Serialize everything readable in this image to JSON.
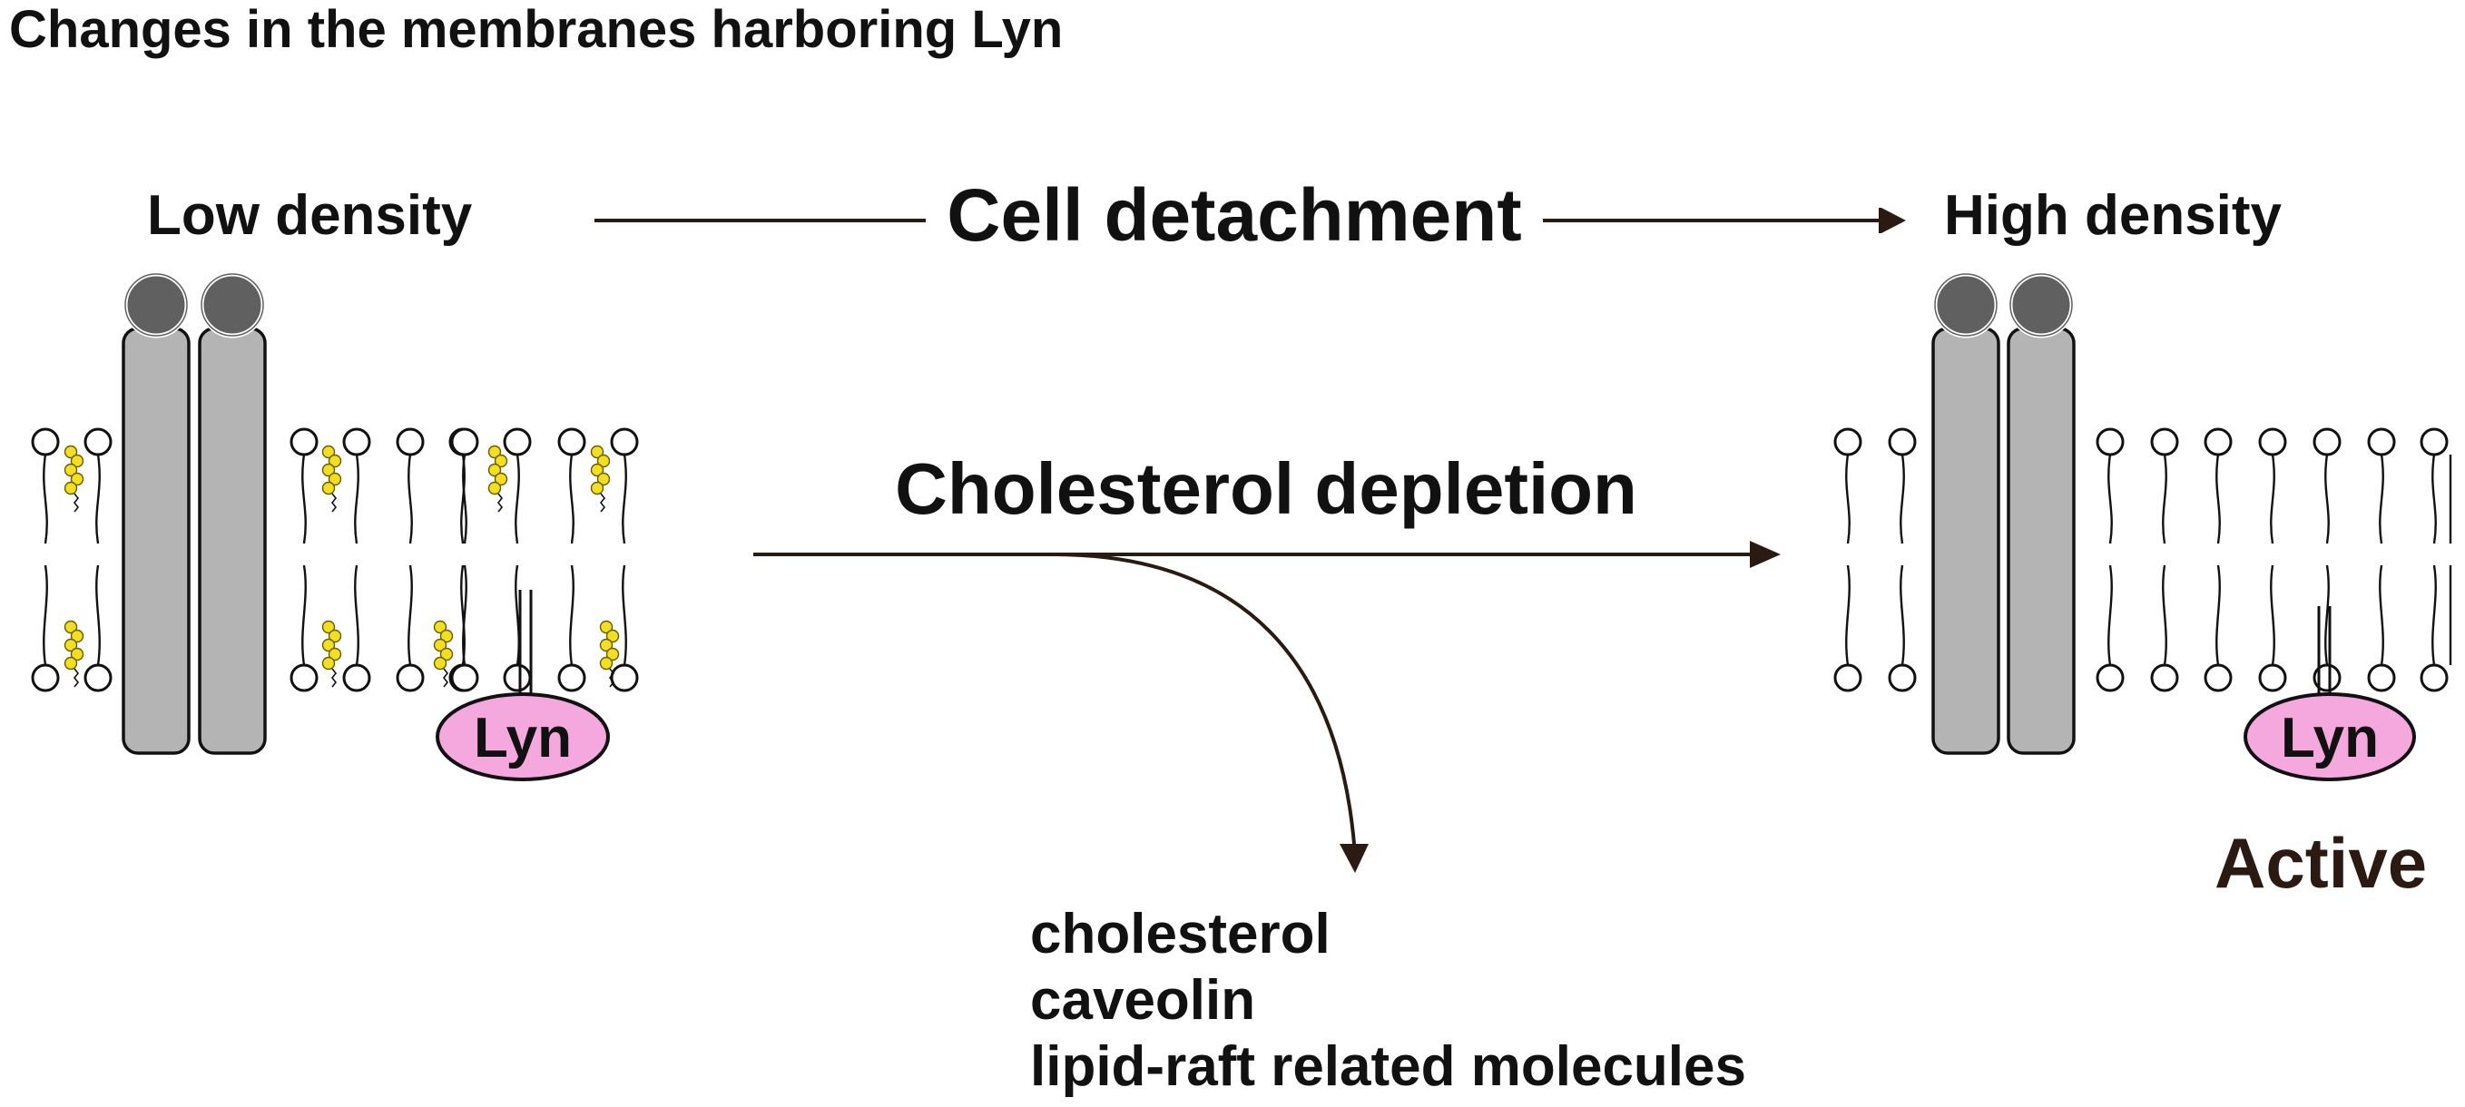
{
  "title": "Changes in the membranes harboring Lyn",
  "left_state": {
    "label": "Low density",
    "protein_label": "Lyn"
  },
  "right_state": {
    "label": "High density",
    "protein_label": "Lyn",
    "status": "Active"
  },
  "process_top": {
    "label": "Cell detachment"
  },
  "process_middle": {
    "label": "Cholesterol depletion"
  },
  "released": {
    "items": [
      "cholesterol",
      "caveolin",
      "lipid-raft related molecules"
    ]
  },
  "colors": {
    "ink": "#111111",
    "arrow": "#2a1a12",
    "receptor_fill": "#b4b4b4",
    "receptor_head": "#606060",
    "lyn_fill": "#f5a8de",
    "cholesterol": "#f2de22",
    "lipid_head": "#ffffff"
  }
}
